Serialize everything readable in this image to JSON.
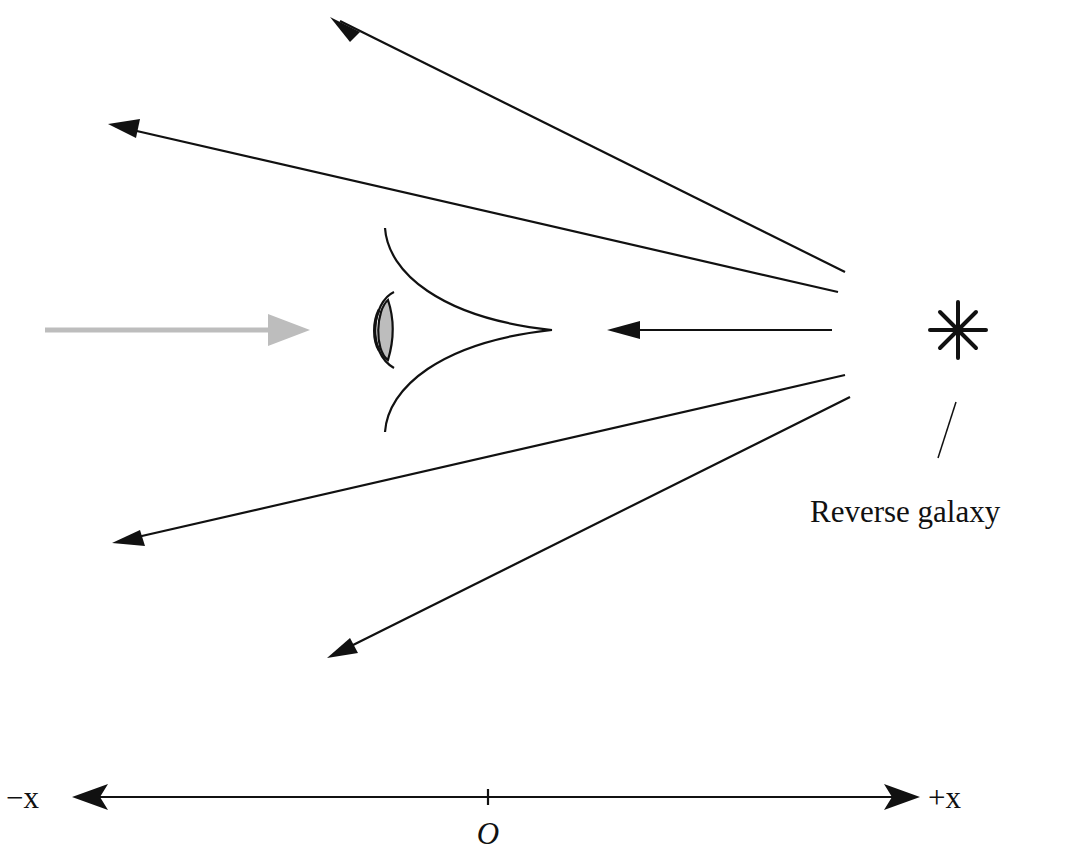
{
  "diagram": {
    "labels": [
      "Reverse galaxy",
      "−x",
      "+x",
      "O"
    ]
  }
}
